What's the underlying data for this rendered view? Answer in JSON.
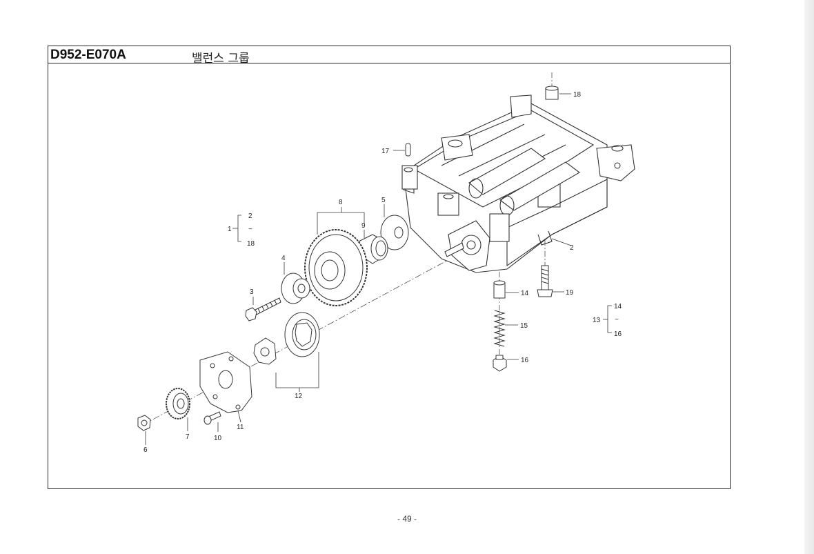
{
  "header": {
    "code": "D952-E070A",
    "title": "밸런스 그룹"
  },
  "callouts": {
    "c1": "1",
    "c1_top": "2",
    "c1_tilde": "~",
    "c1_bottom": "18",
    "c2": "2",
    "c3": "3",
    "c4": "4",
    "c5": "5",
    "c6": "6",
    "c7": "7",
    "c8": "8",
    "c9": "9",
    "c10": "10",
    "c11": "11",
    "c12": "12",
    "c13": "13",
    "c13_top": "14",
    "c13_tilde": "~",
    "c13_bottom": "16",
    "c14": "14",
    "c15": "15",
    "c16": "16",
    "c17": "17",
    "c18": "18",
    "c19": "19"
  },
  "footer": {
    "page_number": "- 49 -"
  }
}
